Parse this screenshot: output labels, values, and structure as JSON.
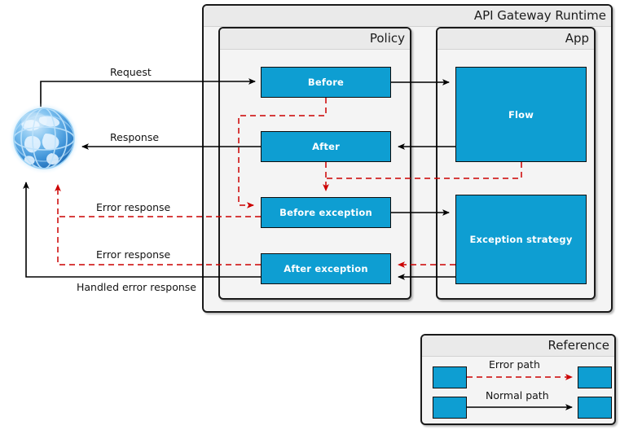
{
  "diagram": {
    "title": "API Gateway Runtime policy and exception flow",
    "type": "flow-diagram",
    "colors": {
      "node_fill": "#0e9ed2",
      "node_stroke": "#0d0d0d",
      "container_fill": "#f4f4f4",
      "container_title_fill": "#eaeaea",
      "container_stroke": "#1a1a1a",
      "normal_path": "#000000",
      "error_path": "#cc0000",
      "node_text": "#ffffff"
    }
  },
  "containers": {
    "runtime": {
      "title": "API Gateway Runtime"
    },
    "policy": {
      "title": "Policy"
    },
    "app": {
      "title": "App"
    },
    "reference": {
      "title": "Reference"
    }
  },
  "nodes": {
    "before": {
      "label": "Before"
    },
    "after": {
      "label": "After"
    },
    "before_exception": {
      "label": "Before exception"
    },
    "after_exception": {
      "label": "After exception"
    },
    "flow": {
      "label": "Flow"
    },
    "exception_strategy": {
      "label": "Exception strategy"
    },
    "client": {
      "label": "globe-icon"
    }
  },
  "edges": [
    {
      "id": "request",
      "label": "Request",
      "kind": "normal",
      "from": "client",
      "to": "before"
    },
    {
      "id": "response",
      "label": "Response",
      "kind": "normal",
      "from": "after",
      "to": "client"
    },
    {
      "id": "error-response-1",
      "label": "Error response",
      "kind": "error",
      "from": "before_exception",
      "to": "client"
    },
    {
      "id": "error-response-2",
      "label": "Error response",
      "kind": "error",
      "from": "after_exception",
      "to": "client"
    },
    {
      "id": "handled-error-response",
      "label": "Handled error response",
      "kind": "normal",
      "from": "after_exception",
      "to": "client"
    },
    {
      "id": "before-to-flow",
      "label": "",
      "kind": "normal",
      "from": "before",
      "to": "flow"
    },
    {
      "id": "flow-to-after",
      "label": "",
      "kind": "normal",
      "from": "flow",
      "to": "after"
    },
    {
      "id": "before-to-before-exception",
      "label": "",
      "kind": "error",
      "from": "before",
      "to": "before_exception"
    },
    {
      "id": "after-to-before-exception",
      "label": "",
      "kind": "error",
      "from": "after",
      "to": "before_exception"
    },
    {
      "id": "flow-to-before-exception",
      "label": "",
      "kind": "error",
      "from": "flow",
      "to": "before_exception"
    },
    {
      "id": "before-exception-to-strategy",
      "label": "",
      "kind": "normal",
      "from": "before_exception",
      "to": "exception_strategy"
    },
    {
      "id": "strategy-to-after-exception-error",
      "label": "",
      "kind": "error",
      "from": "exception_strategy",
      "to": "after_exception"
    },
    {
      "id": "strategy-to-after-exception",
      "label": "",
      "kind": "normal",
      "from": "exception_strategy",
      "to": "after_exception"
    }
  ],
  "legend": {
    "title": "Reference",
    "items": [
      {
        "label": "Error path",
        "kind": "error"
      },
      {
        "label": "Normal path",
        "kind": "normal"
      }
    ]
  }
}
